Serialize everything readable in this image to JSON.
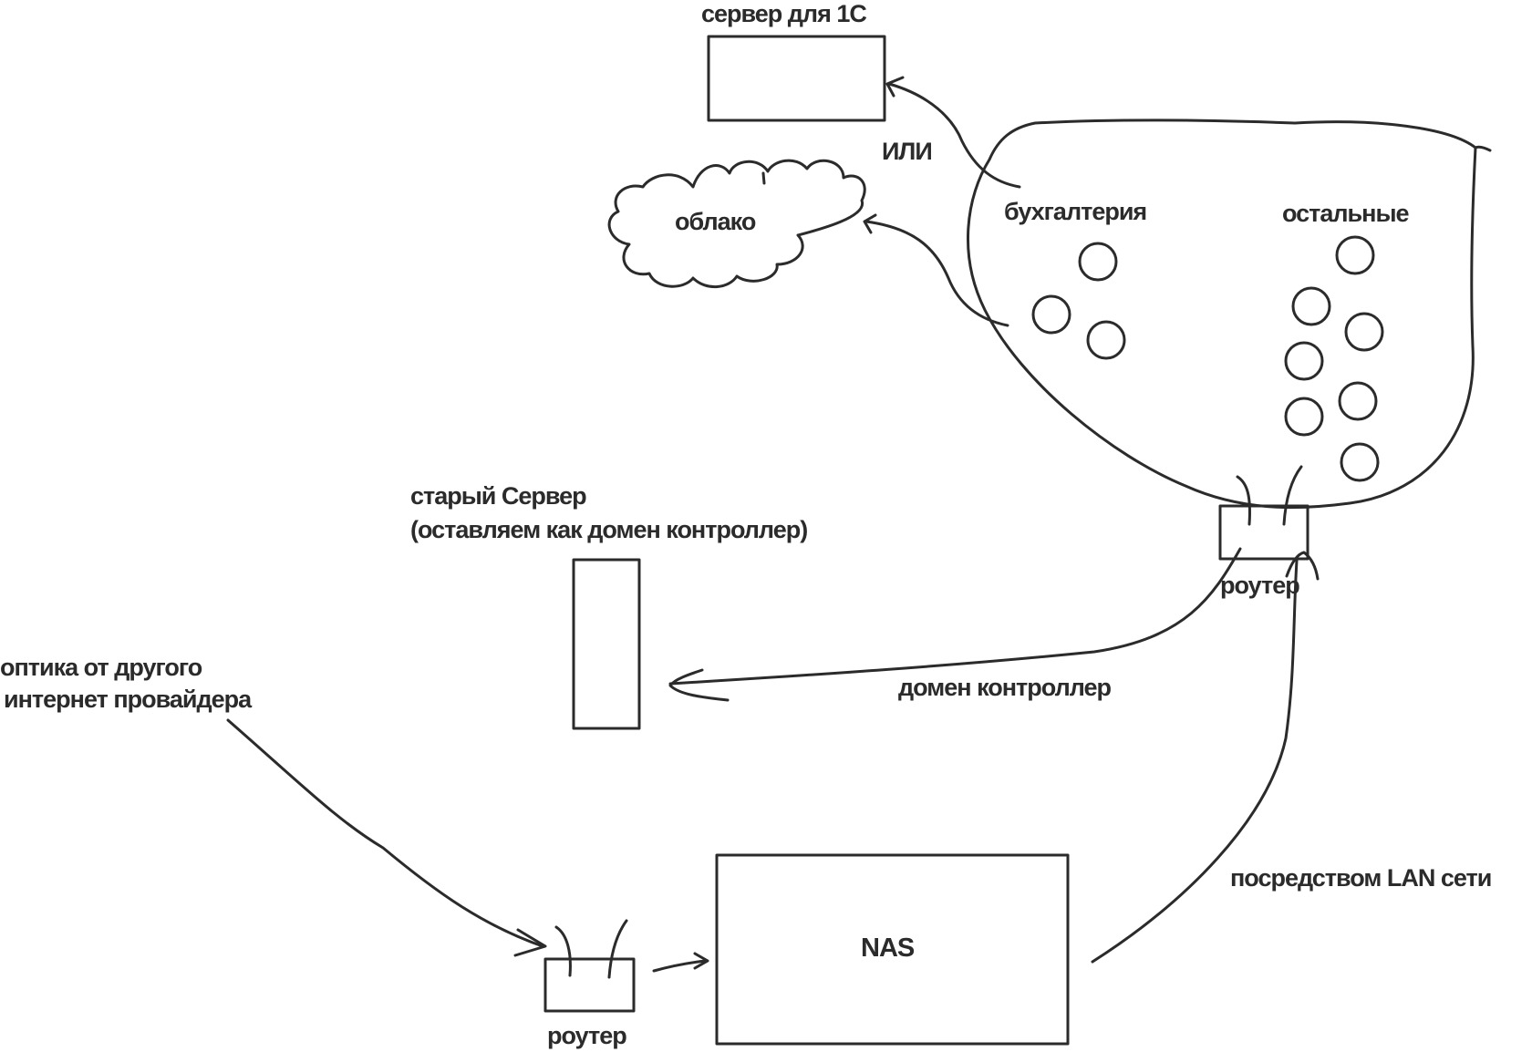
{
  "labels": {
    "server_1c": "сервер для 1С",
    "or": "ИЛИ",
    "cloud": "облако",
    "accounting": "бухгалтерия",
    "others": "остальные",
    "old_server_line1": "старый Сервер",
    "old_server_line2": "(оставляем как домен контроллер)",
    "router_top": "роутер",
    "domain_controller": "домен контроллер",
    "fiber_line1": "оптика от другого",
    "fiber_line2": "интернет провайдера",
    "via_lan": "посредством LAN сети",
    "nas": "NAS",
    "router_bottom": "роутер"
  },
  "stroke_color": "#2b2b2b",
  "background": "#ffffff"
}
